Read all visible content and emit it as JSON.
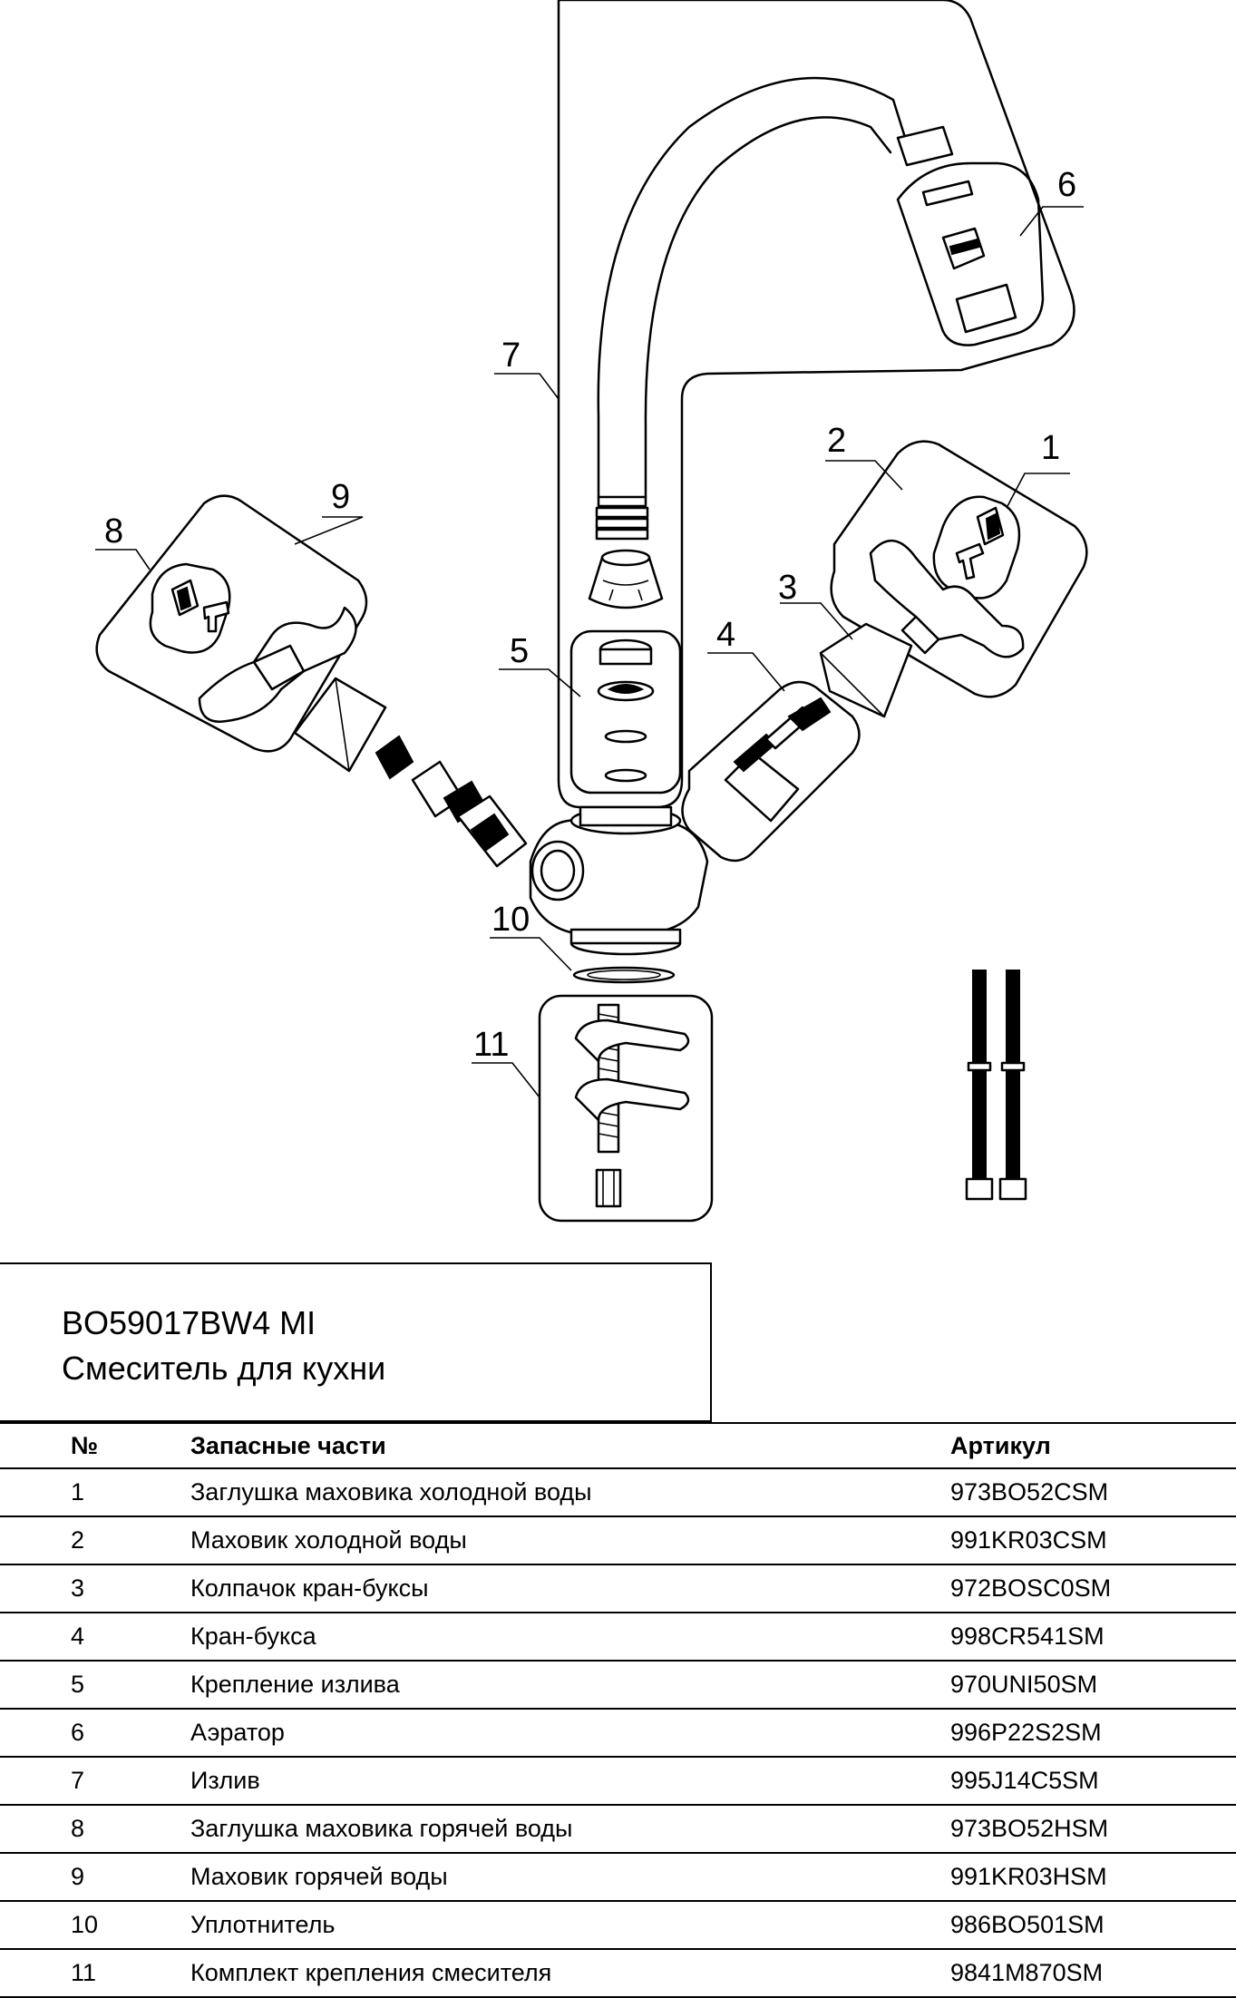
{
  "callouts": [
    "1",
    "2",
    "3",
    "4",
    "5",
    "6",
    "7",
    "8",
    "9",
    "10",
    "11"
  ],
  "title": {
    "model": "BO59017BW4 MI",
    "name": "Смеситель для кухни"
  },
  "table": {
    "headers": {
      "num": "№",
      "name": "Запасные части",
      "sku": "Артикул"
    },
    "rows": [
      {
        "num": "1",
        "name": "Заглушка маховика холодной воды",
        "sku": "973BO52CSM"
      },
      {
        "num": "2",
        "name": "Маховик холодной воды",
        "sku": "991KR03CSM"
      },
      {
        "num": "3",
        "name": "Колпачок кран-буксы",
        "sku": "972BOSC0SM"
      },
      {
        "num": "4",
        "name": "Кран-букса",
        "sku": "998CR541SM"
      },
      {
        "num": "5",
        "name": "Крепление излива",
        "sku": "970UNI50SM"
      },
      {
        "num": "6",
        "name": "Аэратор",
        "sku": "996P22S2SM"
      },
      {
        "num": "7",
        "name": "Излив",
        "sku": "995J14C5SM"
      },
      {
        "num": "8",
        "name": "Заглушка маховика горячей воды",
        "sku": "973BO52HSM"
      },
      {
        "num": "9",
        "name": "Маховик горячей воды",
        "sku": "991KR03HSM"
      },
      {
        "num": "10",
        "name": "Уплотнитель",
        "sku": "986BO501SM"
      },
      {
        "num": "11",
        "name": "Комплект крепления смесителя",
        "sku": "9841M870SM"
      }
    ]
  }
}
